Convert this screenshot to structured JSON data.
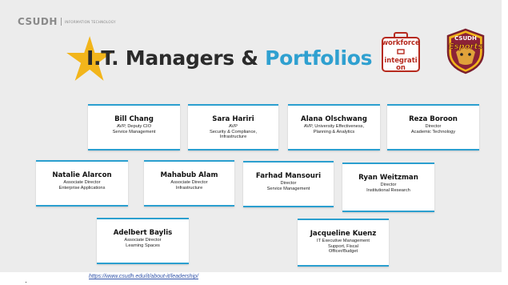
{
  "header": {
    "logo_csudh": "CSUDH",
    "logo_subtitle": "INFORMATION TECHNOLOGY",
    "title_part1": "I.T. Managers & ",
    "title_part2": "Portfolios"
  },
  "badges": {
    "workforce_line1": "workforce",
    "workforce_line2": "integrati",
    "workforce_line3": "on",
    "esports_line1": "CSUDH",
    "esports_line2": "Esports"
  },
  "managers": [
    {
      "name": "Bill Chang",
      "role": "AVP, Deputy CIO\nService Management"
    },
    {
      "name": "Sara Hariri",
      "role": "AVP\nSecurity & Compliance,\nInfrastructure"
    },
    {
      "name": "Alana Olschwang",
      "role": "AVP, University Effectiveness,\nPlanning & Analytics"
    },
    {
      "name": "Reza Boroon",
      "role": "Director\nAcademic Technology"
    },
    {
      "name": "Natalie Alarcon",
      "role": "Associate Director\nEnterprise Applications"
    },
    {
      "name": "Mahabub Alam",
      "role": "Associate Director\nInfrastructure"
    },
    {
      "name": "Farhad Mansouri",
      "role": "Director\nService Management"
    },
    {
      "name": "Ryan Weitzman",
      "role": "Director\nInstitutional Research"
    },
    {
      "name": "Adelbert Baylis",
      "role": "Associate Director\nLearning Spaces"
    },
    {
      "name": "Jacqueline Kuenz",
      "role": "IT Executive Management\nSupport, Fiscal\nOfficer/Budget"
    }
  ],
  "footer": {
    "link": "https://www.csudh.edu/it/about-it/leadership/"
  },
  "colors": {
    "accent_blue": "#2b9fcf",
    "brand_red": "#b62a1e",
    "star_gold": "#f2b51b"
  }
}
